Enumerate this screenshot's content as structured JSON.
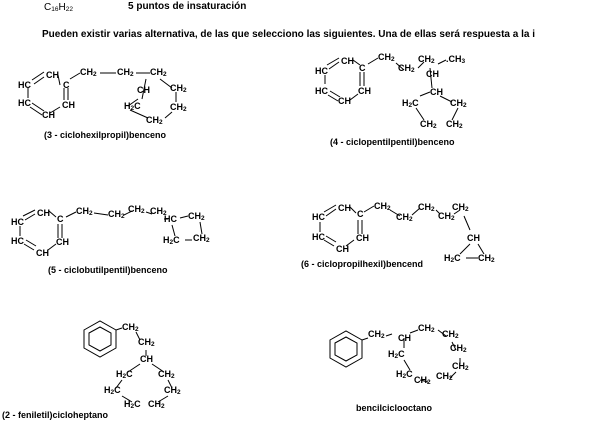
{
  "header": {
    "formula": "C16H22",
    "unsaturation": "5 puntos de insaturación",
    "intro": "Pueden existir varias alternativa, de las que selecciono las siguientes. Una de ellas será respuesta a la i"
  },
  "labels": {
    "CH": "CH",
    "HC": "HC",
    "C": "C",
    "CH2": "CH2",
    "H2C": "H2C",
    "CH3": "CH3"
  },
  "names": {
    "m1": "(3 - ciclohexilpropil)benceno",
    "m2": "(4 - ciclopentilpentil)benceno",
    "m3": "(5 - ciclobutilpentil)benceno",
    "m4": "(6 - ciclopropilhexil)bencend",
    "m5": "(2 - feniletil)cicloheptano",
    "m6": "bencilciclooctano"
  }
}
